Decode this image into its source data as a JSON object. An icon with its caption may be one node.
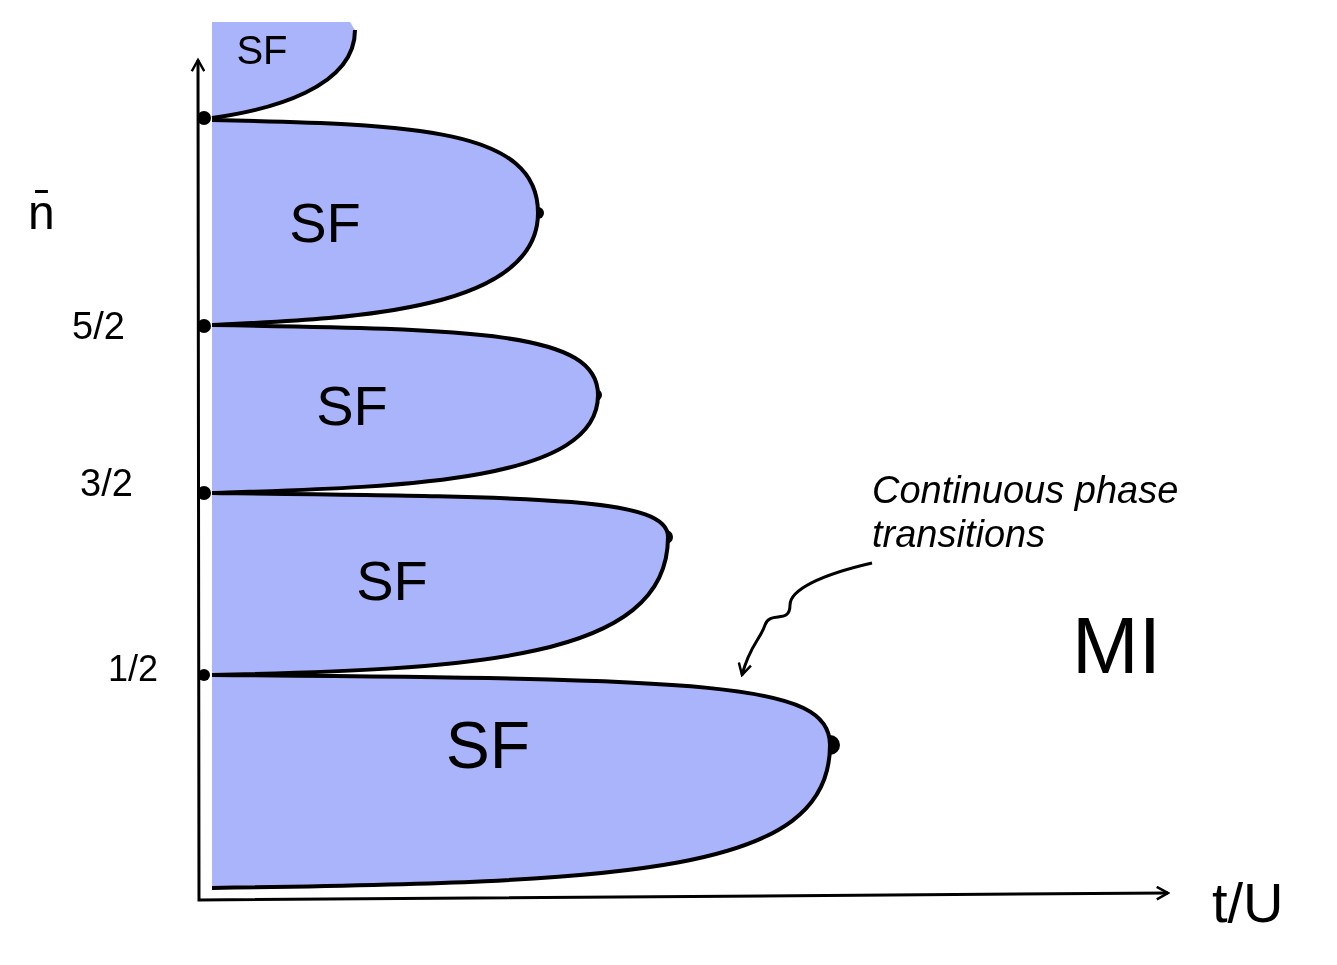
{
  "diagram": {
    "nodes": [
      {
        "text": [
          "SF"
        ]
      },
      {
        "text": [
          "SF"
        ]
      },
      {
        "text": [
          "SF"
        ]
      },
      {
        "text": [
          "SF"
        ]
      },
      {
        "text": [
          "SF"
        ]
      },
      {
        "text": [
          "Continuous phase transitions"
        ]
      }
    ],
    "edges": [
      {
        "from": 5,
        "to": 4,
        "arrow": "to"
      }
    ],
    "labels": [
      "n̄",
      "5/2",
      "3/2",
      "1/2",
      "MI",
      "t/U"
    ]
  }
}
